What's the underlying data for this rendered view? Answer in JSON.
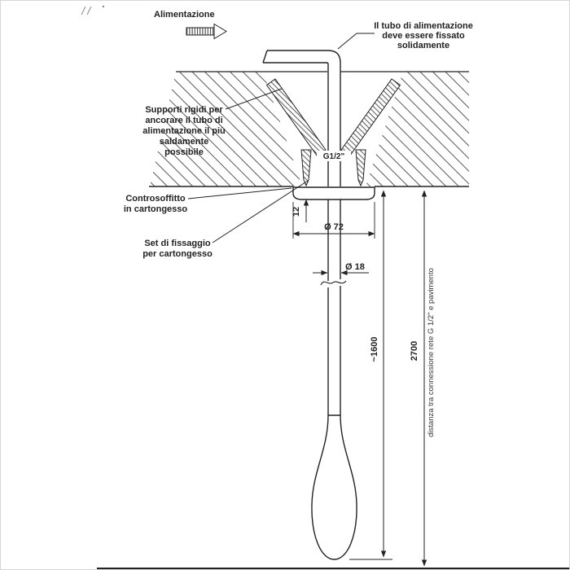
{
  "labels": {
    "alimentazione": "Alimentazione",
    "supply_pipe_note": {
      "lines": [
        "Il tubo di alimentazione",
        "deve essere fissato",
        "solidamente"
      ]
    },
    "supports_note": {
      "lines": [
        "Supporti rigidi per",
        "ancorare il tubo di",
        "alimentazione il più",
        "saldamente",
        "possibile"
      ]
    },
    "false_ceiling": {
      "lines": [
        "Controsoffitto",
        "in cartongesso"
      ]
    },
    "fixing_set": {
      "lines": [
        "Set di fissaggio",
        "per cartongesso"
      ]
    },
    "thread": "G1/2\""
  },
  "dimensions": {
    "flange_thickness": "12",
    "flange_diameter": "Ø 72",
    "pipe_diameter": "Ø 18",
    "ceiling_to_head": "~1600",
    "connection_to_floor": "2700",
    "floor_note": "distanza tra connessione rete G 1/2\" e pavimento"
  },
  "colors": {
    "line": "#222222",
    "hatch": "#454545",
    "background": "#ffffff",
    "frame": "#d6d6d6"
  }
}
